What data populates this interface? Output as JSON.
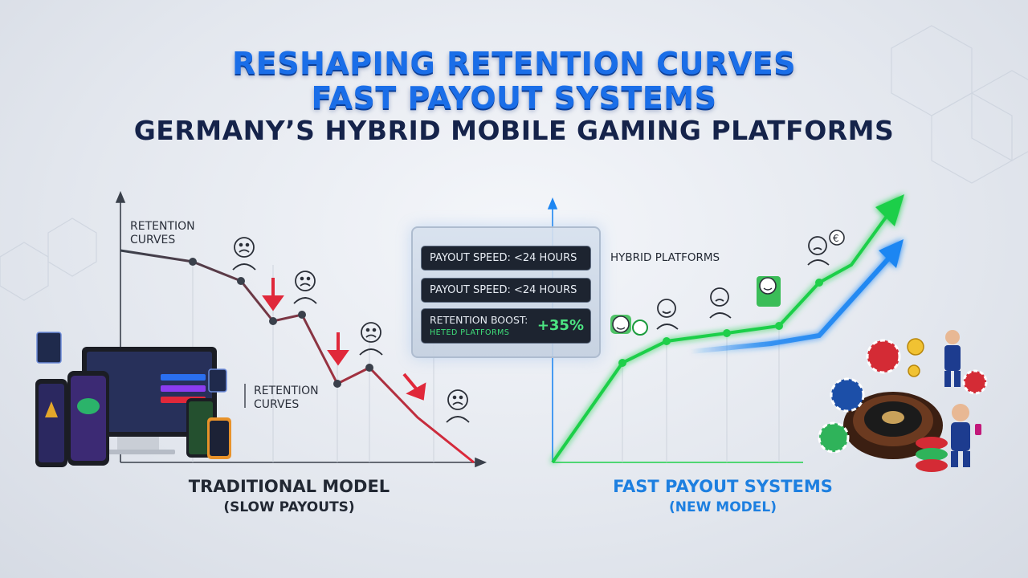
{
  "header": {
    "line1": "RESHAPING RETENTION CURVES",
    "line2": "FAST PAYOUT SYSTEMS",
    "line3": "GERMANY’S HYBRID MOBILE GAMING PLATFORMS"
  },
  "left_chart": {
    "axis_label_top": [
      "RETENTION",
      "CURVES"
    ],
    "axis_label_mid": [
      "RETENTION",
      "CURVES"
    ],
    "caption_main": "TRADITIONAL MODEL",
    "caption_sub": "(SLOW PAYOUTS)",
    "line_color": "#3a404b",
    "fade_color": "#e0283a",
    "arrow_color": "#e0283a"
  },
  "right_chart": {
    "caption_main": "FAST PAYOUT SYSTEMS",
    "caption_sub": "(NEW MODEL)",
    "green_color": "#1fcf4a",
    "blue_color": "#1d86f2"
  },
  "panel": {
    "pill1": "PAYOUT SPEED: <24 HOURS",
    "pill2": "PAYOUT SPEED: <24 HOURS",
    "pill3_main": "RETENTION BOOST:",
    "pill3_sub": "HETED PLATFORMS",
    "pill3_value": "+35%",
    "side_label": "HYBRID PLATFORMS"
  },
  "icons": {
    "sad_face": "sad-face-icon",
    "happy_face": "happy-face-icon",
    "euro_coin": "euro-coin-icon",
    "roulette": "roulette-wheel-icon",
    "chips": "casino-chip-icon",
    "businessman": "businessman-figure-icon"
  },
  "colors": {
    "accent_blue": "#1a6ee8",
    "title_dark": "#15234a",
    "green_accent": "#4ce582"
  }
}
